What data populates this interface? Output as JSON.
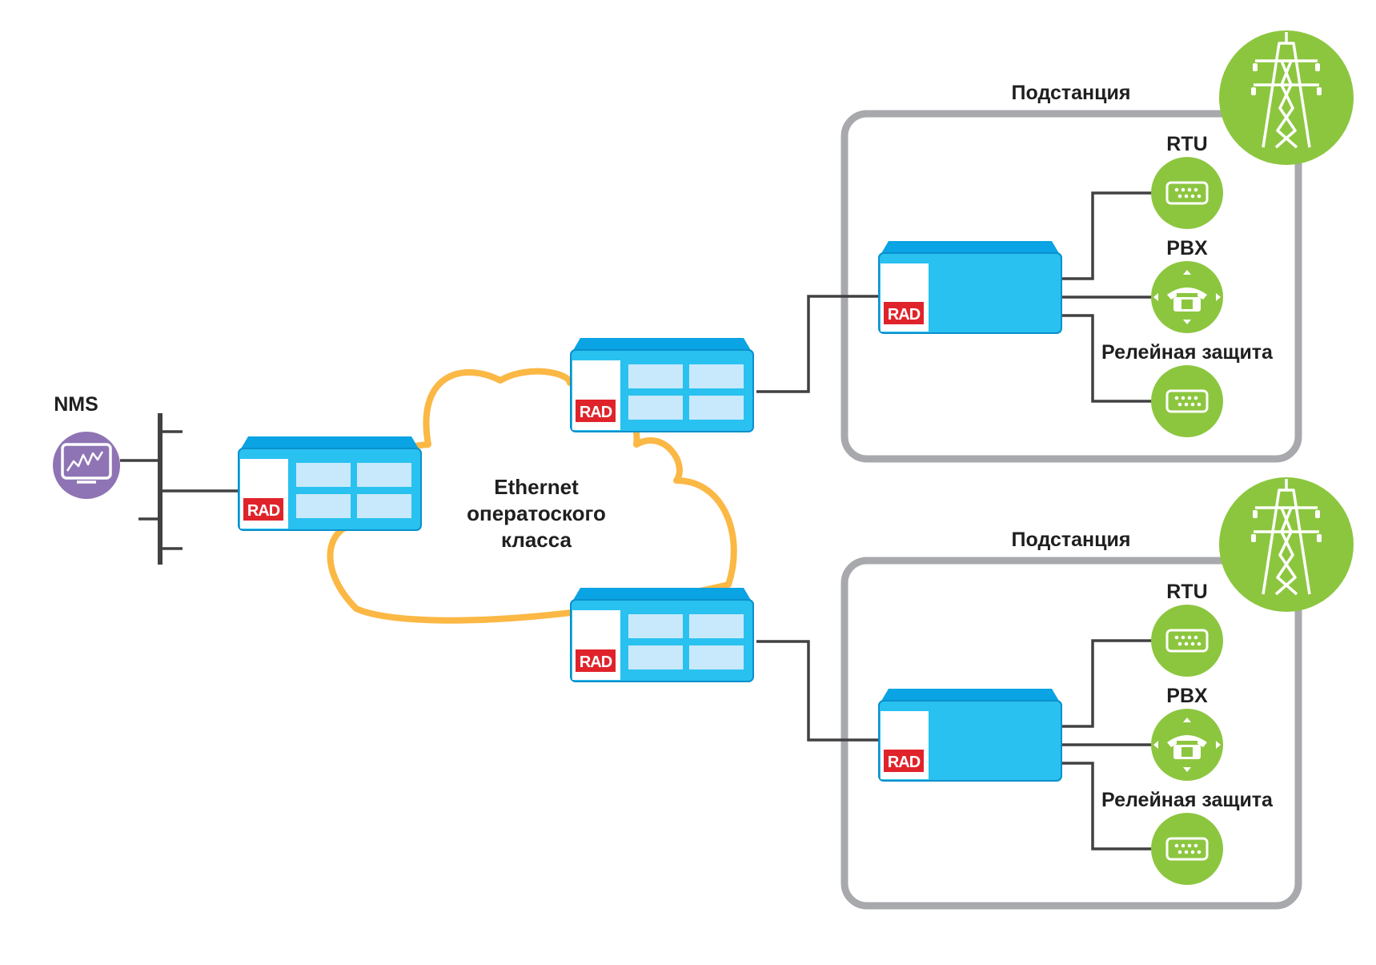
{
  "diagram": {
    "nms_label": "NMS",
    "cloud_label_lines": [
      "Ethernet",
      "оператоского",
      "класса"
    ],
    "device_logo": "RAD",
    "substations": [
      {
        "title": "Подстанция",
        "endpoints": [
          {
            "label": "RTU",
            "icon": "serial-port-icon"
          },
          {
            "label": "PBX",
            "icon": "phone-icon"
          },
          {
            "label": "Релейная защита",
            "icon": "serial-port-icon"
          }
        ]
      },
      {
        "title": "Подстанция",
        "endpoints": [
          {
            "label": "RTU",
            "icon": "serial-port-icon"
          },
          {
            "label": "PBX",
            "icon": "phone-icon"
          },
          {
            "label": "Релейная защита",
            "icon": "serial-port-icon"
          }
        ]
      }
    ]
  },
  "colors": {
    "device_blue": "#29c1f0",
    "device_top": "#0aa3e3",
    "port_light": "#c8e9fb",
    "cloud": "#fbb845",
    "endpoint_green": "#8cc63f",
    "nms_purple": "#8e74b4",
    "frame_gray": "#a7a9ac",
    "link": "#414042",
    "logo_red": "#e0232b"
  }
}
